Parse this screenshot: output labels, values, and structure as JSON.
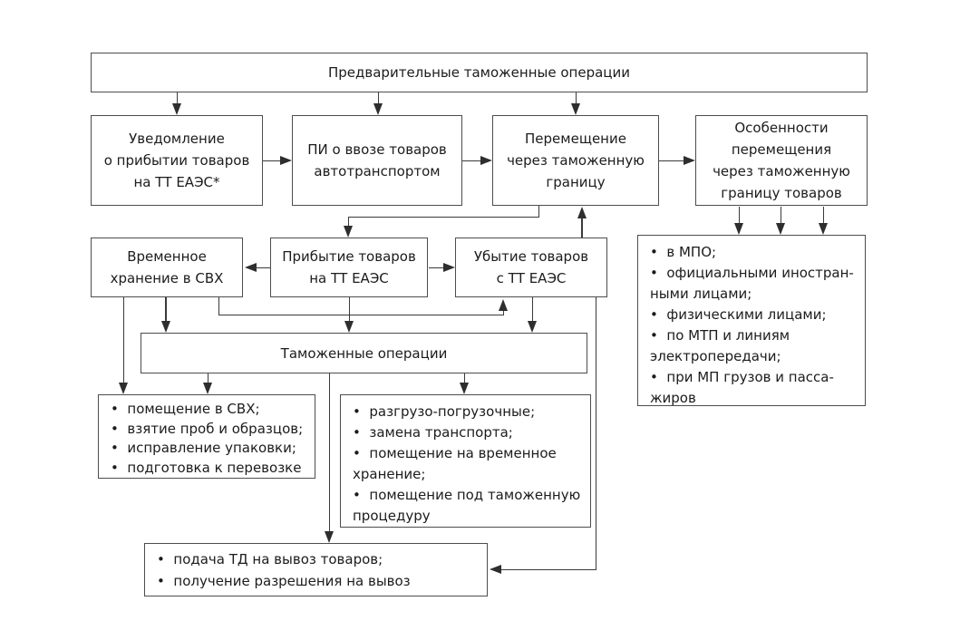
{
  "colors": {
    "background": "#ffffff",
    "box_border": "#4d4d4d",
    "line": "#3a3a3a",
    "arrowhead": "#2e2e2e",
    "text": "#1c1c1c"
  },
  "diagram": {
    "title": "Предварительные таможенные операции",
    "nodes": {
      "notification": {
        "label": "Уведомление\nо прибытии товаров\nна ТТ ЕАЭС*"
      },
      "preliminary_info": {
        "label": "ПИ о ввозе товаров\nавтотранспортом"
      },
      "movement": {
        "label": "Перемещение\nчерез таможенную\nграницу"
      },
      "movement_features": {
        "label": "Особенности\nперемещения\nчерез таможенную\nграницу товаров"
      },
      "temporary_storage": {
        "label": "Временное\nхранение в СВХ"
      },
      "arrival": {
        "label": "Прибытие товаров\nна ТТ ЕАЭС"
      },
      "departure": {
        "label": "Убытие товаров\nс ТТ ЕАЭС"
      },
      "customs_operations": {
        "label": "Таможенные операции"
      },
      "features_list": {
        "items": [
          "•  в МПО;",
          "•  официальными иностран-\nными лицами;",
          "•  физическими лицами;",
          "•  по МТП и линиям\nэлектропередачи;",
          "•  при МП грузов и пасса-\nжиров"
        ]
      },
      "storage_ops_list": {
        "items": [
          "•  помещение в СВХ;",
          "•  взятие проб и образцов;",
          "•  исправление упаковки;",
          "•  подготовка к перевозке"
        ]
      },
      "cargo_ops_list": {
        "items": [
          "•  разгрузо-погрузочные;",
          "•  замена транспорта;",
          "•  помещение на временное\nхранение;",
          "•  помещение под таможенную\nпроцедуру"
        ]
      },
      "export_list": {
        "items": [
          "•  подача ТД на вывоз товаров;",
          "•  получение разрешения на вывоз"
        ]
      }
    }
  }
}
